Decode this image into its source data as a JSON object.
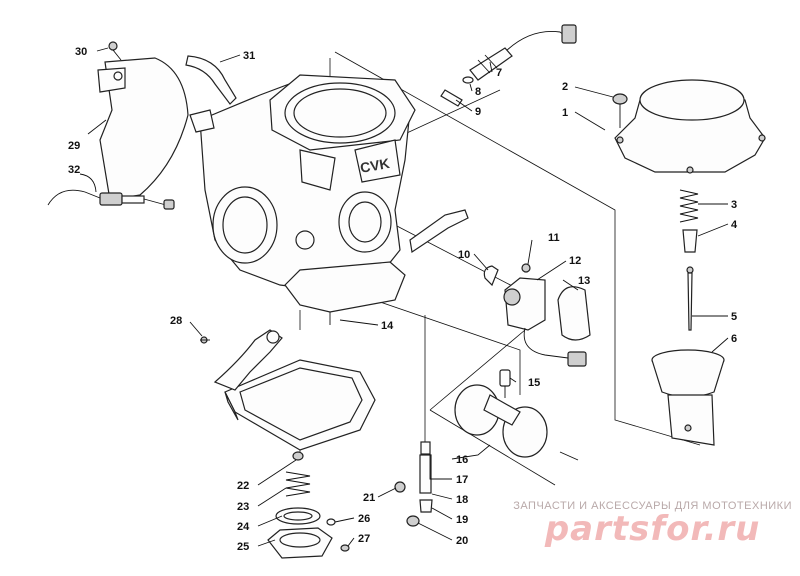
{
  "diagram": {
    "callouts": [
      "1",
      "2",
      "3",
      "4",
      "5",
      "6",
      "7",
      "8",
      "9",
      "10",
      "11",
      "12",
      "13",
      "14",
      "15",
      "16",
      "17",
      "18",
      "19",
      "20",
      "21",
      "22",
      "23",
      "24",
      "25",
      "26",
      "27",
      "28",
      "29",
      "30",
      "31",
      "32"
    ],
    "casting_mark": "CVK"
  },
  "watermark": {
    "top_text": "ЗАПЧАСТИ И АКСЕССУАРЫ ДЛЯ МОТОТЕХНИКИ",
    "brand": "partsfor.ru"
  }
}
